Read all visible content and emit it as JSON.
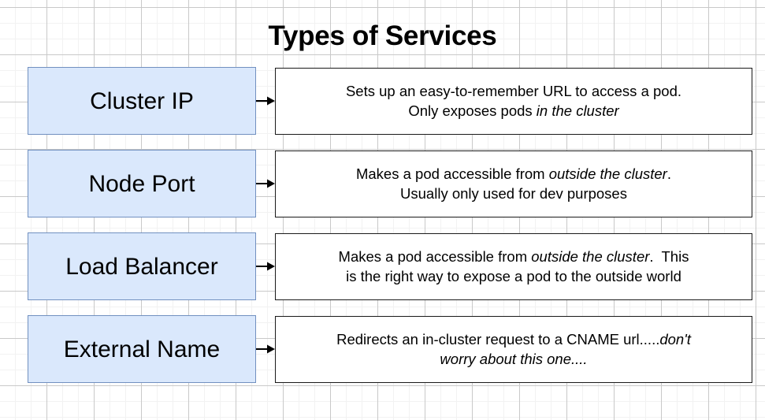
{
  "diagram": {
    "title": "Types of Services",
    "background": {
      "grid_minor_color": "#f2f2f2",
      "grid_major_color": "#c9c9c9",
      "page_color": "#ffffff"
    },
    "box_fill_color": "#dae8fc",
    "box_border_color": "#7190c0",
    "desc_border_color": "#1a1a1a",
    "connector_color": "#000000",
    "rows": [
      {
        "type_label": "Cluster IP",
        "description_plain": "Sets up an easy-to-remember URL to access a pod. Only exposes pods in the cluster",
        "description_html": "Sets up an easy-to-remember URL to access a pod.<br>Only exposes pods <em>in the cluster</em>",
        "connector_icon": "arrow-right-icon"
      },
      {
        "type_label": "Node Port",
        "description_plain": "Makes a pod accessible from outside the cluster. Usually only used for dev purposes",
        "description_html": "Makes a pod accessible from <em>outside the cluster</em>.<br>Usually only used for dev purposes",
        "connector_icon": "arrow-right-icon"
      },
      {
        "type_label": "Load Balancer",
        "description_plain": "Makes a pod accessible from outside the cluster.  This is the right way to expose a pod to the outside world",
        "description_html": "Makes a pod accessible from <em>outside the cluster</em>.&nbsp; This<br>is the right way to expose a pod to the outside world",
        "connector_icon": "arrow-right-icon"
      },
      {
        "type_label": "External Name",
        "description_plain": "Redirects an in-cluster request to a CNAME url.....don't worry about this one....",
        "description_html": "Redirects an in-cluster request to a CNAME url.....<em>don't<br>worry about this one....</em>",
        "connector_icon": "arrow-right-icon"
      }
    ]
  }
}
